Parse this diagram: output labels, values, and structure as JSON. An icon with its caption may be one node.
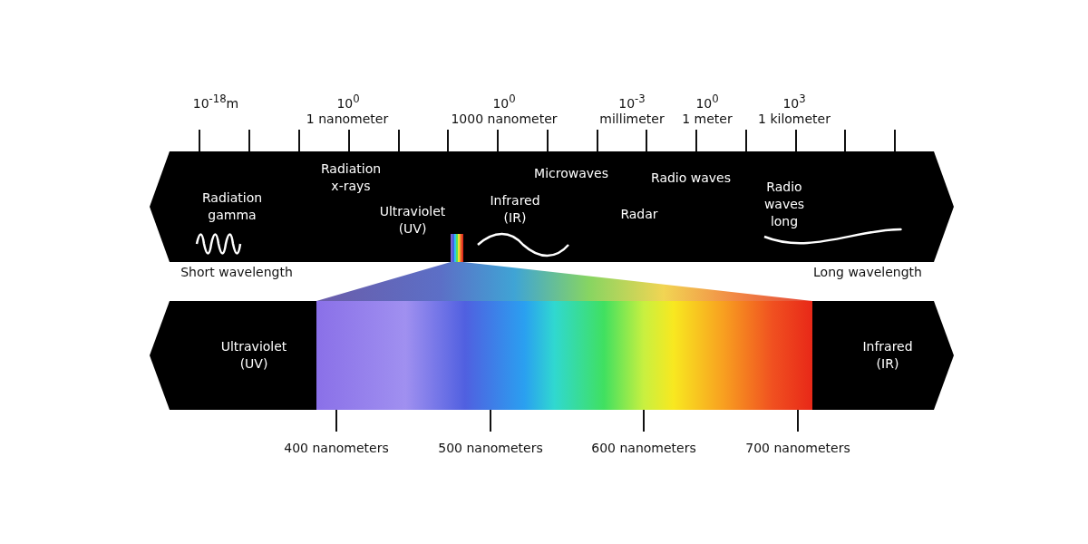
{
  "diagram": {
    "nodes": [
      {
        "text": [
          "Radiation gamma",
          "Radiation x-rays",
          "Ultraviolet (UV)",
          "Infrared (IR)",
          "Microwaves",
          "Radar",
          "Radio waves",
          "Radio waves long"
        ]
      },
      {
        "text": [
          "Ultraviolet (UV)",
          "Infrared (IR)"
        ]
      },
      {
        "text": [],
        "shape": "bar",
        "in": 1
      }
    ],
    "edges": [],
    "labels": [
      "10$^{-18}$m",
      "10$^{0}$",
      "10$^{0}$",
      "10$^{-3}$",
      "10$^{0}$",
      "10$^{3}$",
      "1 nanometer",
      "1000 nanometer",
      "millimeter",
      "1 meter",
      "1 kilometer",
      "Short wavelength",
      "Long wavelength",
      "400 nanometers",
      "500 nanometers",
      "600 nanometers",
      "700 nanometers"
    ]
  }
}
